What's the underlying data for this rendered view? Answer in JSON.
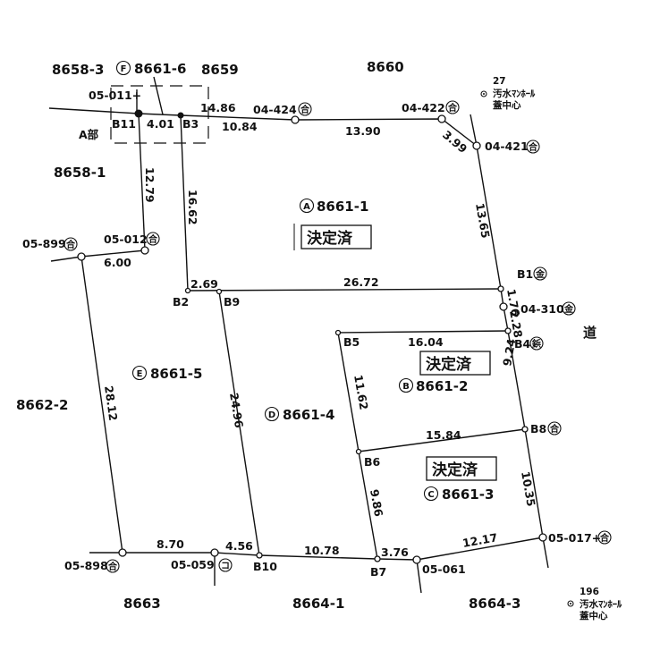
{
  "lots": {
    "n8658_3": "8658-3",
    "n8659": "8659",
    "n8660": "8660",
    "n8658_1": "8658-1",
    "n8662_2": "8662-2",
    "n8663": "8663",
    "n8664_1": "8664-1",
    "n8664_3": "8664-3",
    "A": "8661-1",
    "B": "8661-2",
    "C": "8661-3",
    "D": "8661-4",
    "E": "8661-5",
    "F": "8661-6"
  },
  "lot_markers": {
    "A": "A",
    "B": "B",
    "C": "C",
    "D": "D",
    "E": "E",
    "F": "F"
  },
  "stamp_text": "決定済",
  "area_label": "A部",
  "road_label": "道",
  "points": {
    "p05_011": "05-011+",
    "p04_424": "04-424",
    "p04_422": "04-422",
    "p04_421": "04-421",
    "p05_012": "05-012",
    "p05_899": "05-899",
    "B11": "B11",
    "B3": "B3",
    "B2": "B2",
    "B9": "B9",
    "B1": "B1",
    "p04_310": "04-310",
    "B5": "B5",
    "B4": "B4",
    "B8": "B8",
    "B6": "B6",
    "p05_017": "05-017+",
    "p05_898": "05-898",
    "p05_059": "05-059",
    "B10": "B10",
    "B7": "B7",
    "p05_061": "05-061"
  },
  "marks": {
    "go": "合",
    "kin": "金",
    "kou": "鋲",
    "ko": "コ"
  },
  "dims": {
    "d1486": "14.86",
    "d401": "4.01",
    "d1084": "10.84",
    "d1390": "13.90",
    "d399": "3.99",
    "d1279": "12.79",
    "d1662": "16.62",
    "d600": "6.00",
    "d1365": "13.65",
    "d269": "2.69",
    "d2672": "26.72",
    "d176": "1.76",
    "d228": "2.28",
    "d1604": "16.04",
    "d1162": "11.62",
    "d924": "9.24",
    "d2812": "28.12",
    "d2496": "24.96",
    "d1584": "15.84",
    "d1035": "10.35",
    "d986": "9.86",
    "d870": "8.70",
    "d456": "4.56",
    "d1078": "10.78",
    "d376": "3.76",
    "d1217": "12.17"
  },
  "manholes": [
    {
      "number": "27",
      "line1": "汚水ﾏﾝﾎｰﾙ",
      "line2": "蓋中心"
    },
    {
      "number": "196",
      "line1": "汚水ﾏﾝﾎｰﾙ",
      "line2": "蓋中心"
    }
  ]
}
